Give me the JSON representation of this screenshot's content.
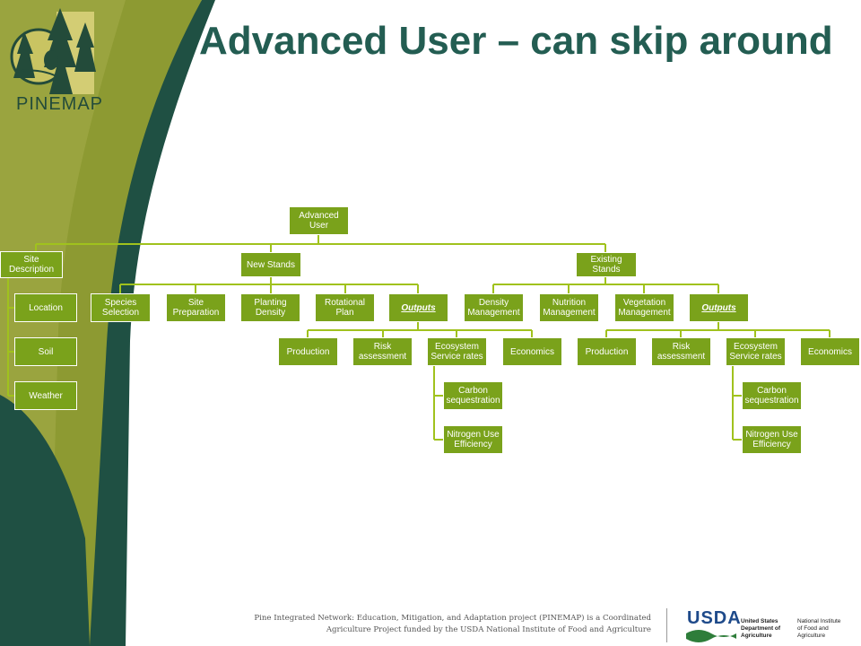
{
  "header": {
    "title": "Advanced User – can skip around",
    "logo_text": "PINEMAP"
  },
  "colors": {
    "node_fill": "#7aa21b",
    "connector": "#a0c21d",
    "title": "#235d52",
    "dark_green": "#1f5043",
    "olive": "#8d9a32"
  },
  "tree": {
    "root": "Advanced User",
    "site": {
      "label": "Site Description",
      "children": [
        "Location",
        "Soil",
        "Weather"
      ]
    },
    "new_stands": {
      "label": "New Stands",
      "children": [
        "Species Selection",
        "Site Preparation",
        "Planting Density",
        "Rotational Plan"
      ],
      "outputs": {
        "label": "Outputs",
        "children": [
          "Production",
          "Risk assessment",
          "Ecosystem Service rates",
          "Economics"
        ],
        "ecosystem_children": [
          "Carbon sequestration",
          "Nitrogen Use Efficiency"
        ]
      }
    },
    "existing_stands": {
      "label": "Existing Stands",
      "children": [
        "Density Management",
        "Nutrition Management",
        "Vegetation Management"
      ],
      "outputs": {
        "label": "Outputs",
        "children": [
          "Production",
          "Risk assessment",
          "Ecosystem Service rates",
          "Economics"
        ],
        "ecosystem_children": [
          "Carbon sequestration",
          "Nitrogen Use Efficiency"
        ]
      }
    }
  },
  "footer": {
    "line1": "Pine Integrated Network: Education, Mitigation, and Adaptation project (PINEMAP) is a Coordinated",
    "line2": "Agriculture Project funded by the USDA National Institute of Food and Agriculture",
    "usda": "USDA",
    "department": "United States\nDepartment of\nAgriculture",
    "institute": "National Institute\nof Food and\nAgriculture"
  }
}
